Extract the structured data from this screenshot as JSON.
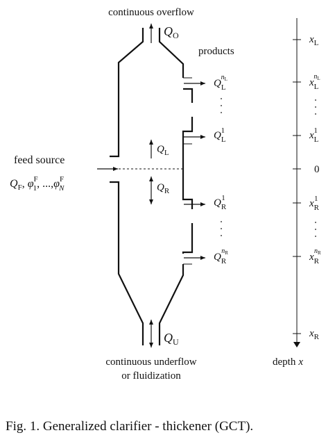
{
  "labels": {
    "overflow_top": "continuous overflow",
    "q_overflow": "Q",
    "q_overflow_sub": "O",
    "products": "products",
    "feed_source": "feed source",
    "feed_Q": "Q",
    "feed_Q_sub": "F",
    "feed_phi1": "φ",
    "feed_phi1_sup": "F",
    "feed_phi1_sub": "1",
    "feed_dots": ", ...,",
    "feed_phiN": "φ",
    "feed_phiN_sup": "F",
    "feed_phiN_sub": "N",
    "qL": "Q",
    "qL_sub": "L",
    "qR": "Q",
    "qR_sub": "R",
    "out_L_n": "Q",
    "out_L_n_sub": "L",
    "out_L_n_sup": "n",
    "out_L_n_supsub": "L",
    "out_L_1": "Q",
    "out_L_1_sub": "L",
    "out_L_1_sup": "1",
    "out_R_1": "Q",
    "out_R_1_sub": "R",
    "out_R_1_sup": "1",
    "out_R_n": "Q",
    "out_R_n_sub": "R",
    "out_R_n_sup": "n",
    "out_R_n_supsub": "R",
    "q_underflow": "Q",
    "q_underflow_sub": "U",
    "underflow_line1": "continuous underflow",
    "underflow_line2": "or fluidization",
    "depth_x": "depth",
    "depth_x_var": "x",
    "axis": {
      "xL": "x",
      "xL_sub": "L",
      "xLn": "x",
      "xLn_sub": "L",
      "xLn_sup": "n",
      "xLn_supsub": "L",
      "xL1": "x",
      "xL1_sub": "L",
      "xL1_sup": "1",
      "zero": "0",
      "xR1": "x",
      "xR1_sub": "R",
      "xR1_sup": "1",
      "xRn": "x",
      "xRn_sub": "R",
      "xRn_sup": "n",
      "xRn_supsub": "R",
      "xR": "x",
      "xR_sub": "R"
    }
  },
  "caption": "Fig. 1. Generalized clarifier - thickener (GCT)."
}
